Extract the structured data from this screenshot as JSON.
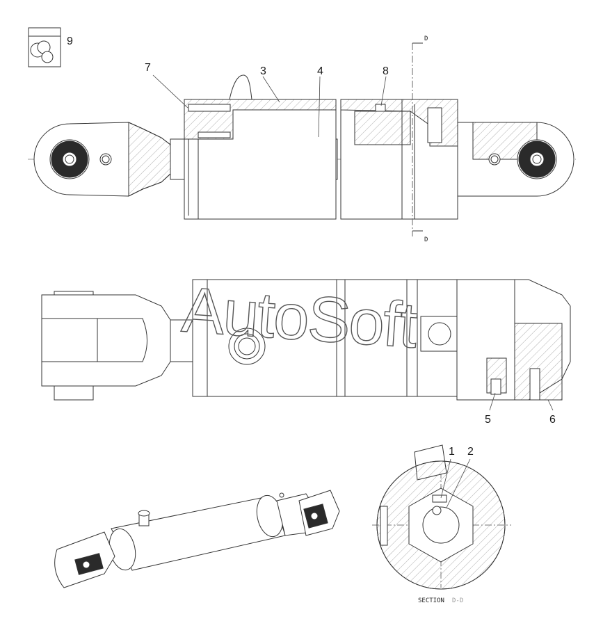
{
  "watermark": "AutoSoft",
  "callouts": {
    "c1": "1",
    "c2": "2",
    "c3": "3",
    "c4": "4",
    "c5": "5",
    "c6": "6",
    "c7": "7",
    "c8": "8",
    "c9": "9"
  },
  "section_marks": {
    "top": "D",
    "bottom": "D"
  },
  "section_caption": {
    "prefix": "SECTION",
    "id": "D-D"
  }
}
